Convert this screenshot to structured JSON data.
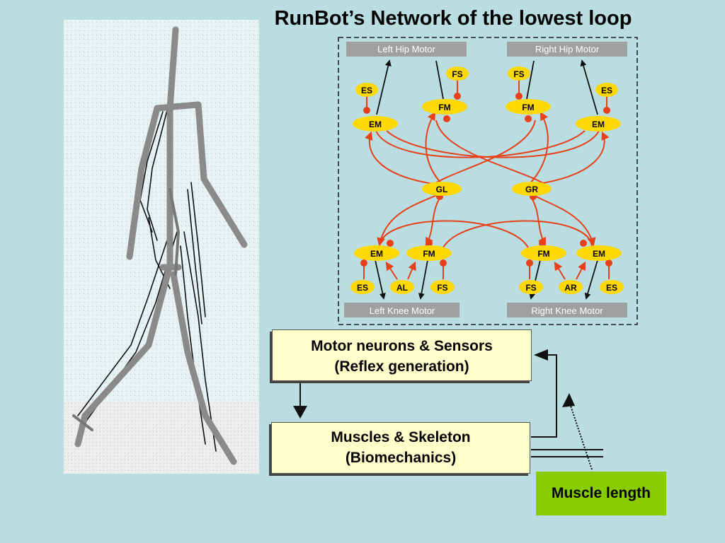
{
  "title": "RunBot’s Network of the lowest loop",
  "network": {
    "left_hip_motor": "Left Hip Motor",
    "right_hip_motor": "Right Hip Motor",
    "left_knee_motor": "Left Knee Motor",
    "right_knee_motor": "Right Knee Motor",
    "nodes": {
      "fs": "FS",
      "es": "ES",
      "fm": "FM",
      "em": "EM",
      "gl": "GL",
      "gr": "GR",
      "al": "AL",
      "ar": "AR"
    }
  },
  "boxes": {
    "motor_line1": "Motor neurons & Sensors",
    "motor_line2": "(Reflex generation)",
    "muscle_line1": "Muscles & Skeleton",
    "muscle_line2": "(Biomechanics)"
  },
  "muscle_length": "Muscle length",
  "colors": {
    "background": "#b9dde0",
    "node_yellow": "#ffd800",
    "synapse_red": "#e8401a",
    "box_fill": "#ffffcc",
    "label_green": "#88cc00"
  }
}
